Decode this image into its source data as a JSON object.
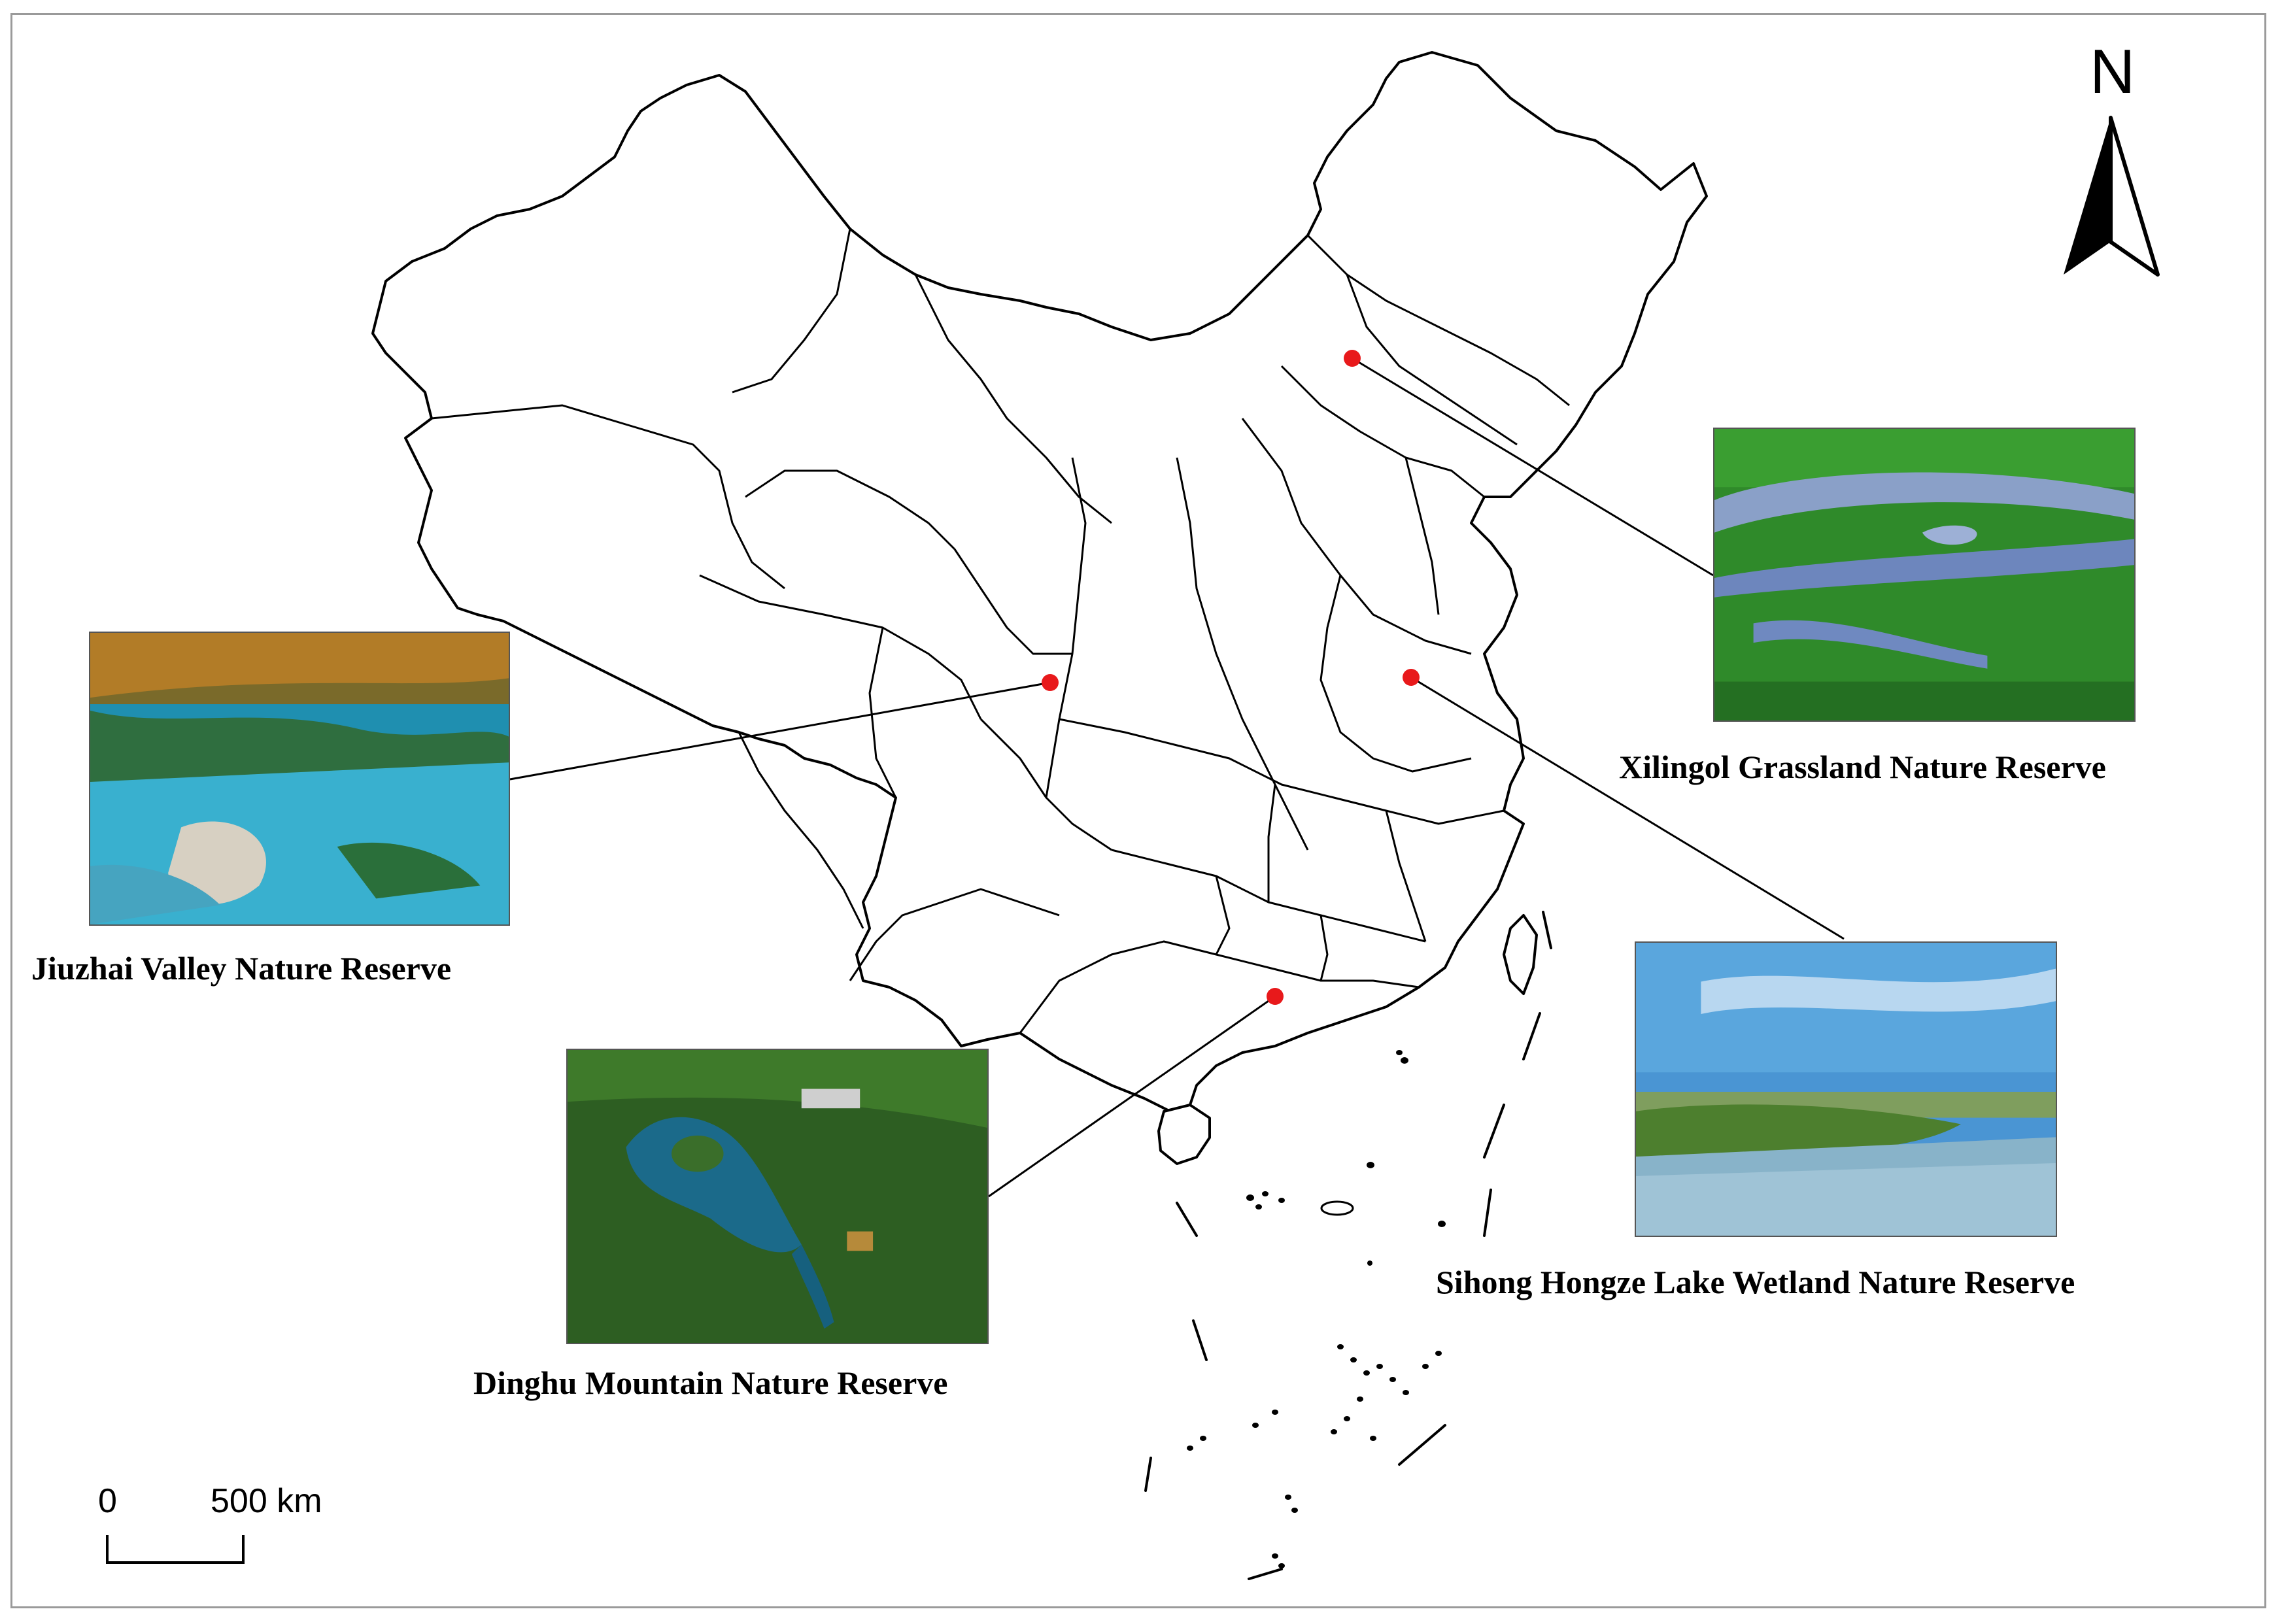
{
  "north_arrow": {
    "label": "N"
  },
  "scale_bar": {
    "start_label": "0",
    "end_label": "500 km"
  },
  "reserves": {
    "xilingol": {
      "name": "Xilingol Grassland Nature Reserve"
    },
    "jiuzhai": {
      "name": "Jiuzhai Valley Nature Reserve"
    },
    "sihong": {
      "name": "Sihong Hongze Lake Wetland Nature Reserve"
    },
    "dinghu": {
      "name": "Dinghu Mountain Nature Reserve"
    }
  },
  "colors": {
    "site_marker": "#e8191b",
    "boundary": "#000000",
    "frame": "#9a9a9a"
  }
}
